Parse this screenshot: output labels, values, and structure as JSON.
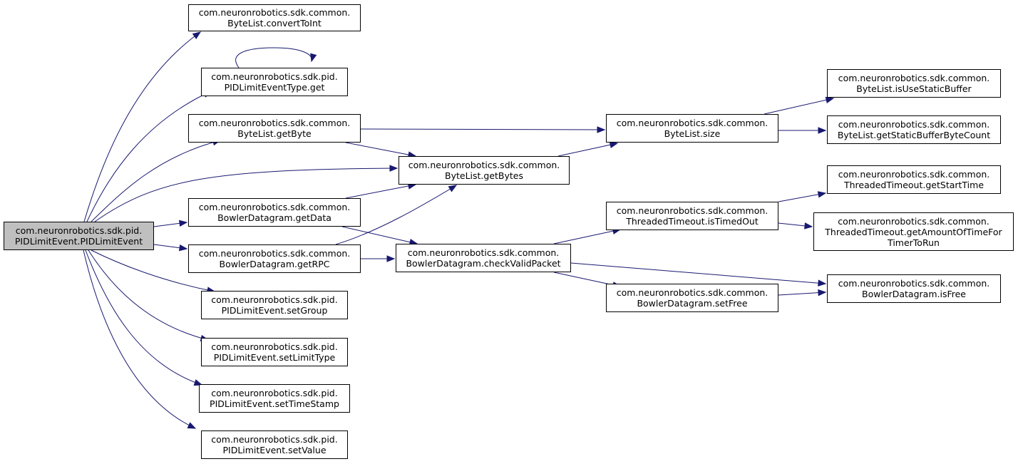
{
  "diagram": {
    "nodes": [
      {
        "id": "root",
        "lines": [
          "com.neuronrobotics.sdk.pid.",
          "PIDLimitEvent.PIDLimitEvent"
        ],
        "highlight": true
      },
      {
        "id": "convertToInt",
        "lines": [
          "com.neuronrobotics.sdk.common.",
          "ByteList.convertToInt"
        ]
      },
      {
        "id": "limitTypeGet",
        "lines": [
          "com.neuronrobotics.sdk.pid.",
          "PIDLimitEventType.get"
        ]
      },
      {
        "id": "getByte",
        "lines": [
          "com.neuronrobotics.sdk.common.",
          "ByteList.getByte"
        ]
      },
      {
        "id": "getBytes",
        "lines": [
          "com.neuronrobotics.sdk.common.",
          "ByteList.getBytes"
        ]
      },
      {
        "id": "getData",
        "lines": [
          "com.neuronrobotics.sdk.common.",
          "BowlerDatagram.getData"
        ]
      },
      {
        "id": "getRPC",
        "lines": [
          "com.neuronrobotics.sdk.common.",
          "BowlerDatagram.getRPC"
        ]
      },
      {
        "id": "setGroup",
        "lines": [
          "com.neuronrobotics.sdk.pid.",
          "PIDLimitEvent.setGroup"
        ]
      },
      {
        "id": "setLimitType",
        "lines": [
          "com.neuronrobotics.sdk.pid.",
          "PIDLimitEvent.setLimitType"
        ]
      },
      {
        "id": "setTimeStamp",
        "lines": [
          "com.neuronrobotics.sdk.pid.",
          "PIDLimitEvent.setTimeStamp"
        ]
      },
      {
        "id": "setValue",
        "lines": [
          "com.neuronrobotics.sdk.pid.",
          "PIDLimitEvent.setValue"
        ]
      },
      {
        "id": "size",
        "lines": [
          "com.neuronrobotics.sdk.common.",
          "ByteList.size"
        ]
      },
      {
        "id": "checkValidPacket",
        "lines": [
          "com.neuronrobotics.sdk.common.",
          "BowlerDatagram.checkValidPacket"
        ]
      },
      {
        "id": "isTimedOut",
        "lines": [
          "com.neuronrobotics.sdk.common.",
          "ThreadedTimeout.isTimedOut"
        ]
      },
      {
        "id": "setFree",
        "lines": [
          "com.neuronrobotics.sdk.common.",
          "BowlerDatagram.setFree"
        ]
      },
      {
        "id": "isUseStaticBuffer",
        "lines": [
          "com.neuronrobotics.sdk.common.",
          "ByteList.isUseStaticBuffer"
        ]
      },
      {
        "id": "getStaticBufferByteCount",
        "lines": [
          "com.neuronrobotics.sdk.common.",
          "ByteList.getStaticBufferByteCount"
        ]
      },
      {
        "id": "getStartTime",
        "lines": [
          "com.neuronrobotics.sdk.common.",
          "ThreadedTimeout.getStartTime"
        ]
      },
      {
        "id": "getAmountOfTime",
        "lines": [
          "com.neuronrobotics.sdk.common.",
          "ThreadedTimeout.getAmountOfTimeFor",
          "TimerToRun"
        ]
      },
      {
        "id": "isFree",
        "lines": [
          "com.neuronrobotics.sdk.common.",
          "BowlerDatagram.isFree"
        ]
      }
    ],
    "edges": [
      [
        "root",
        "convertToInt"
      ],
      [
        "root",
        "limitTypeGet"
      ],
      [
        "root",
        "getByte"
      ],
      [
        "root",
        "getBytes"
      ],
      [
        "root",
        "getData"
      ],
      [
        "root",
        "getRPC"
      ],
      [
        "root",
        "setGroup"
      ],
      [
        "root",
        "setLimitType"
      ],
      [
        "root",
        "setTimeStamp"
      ],
      [
        "root",
        "setValue"
      ],
      [
        "limitTypeGet",
        "limitTypeGet"
      ],
      [
        "getByte",
        "size"
      ],
      [
        "getByte",
        "getBytes"
      ],
      [
        "getBytes",
        "size"
      ],
      [
        "getData",
        "getBytes"
      ],
      [
        "getData",
        "checkValidPacket"
      ],
      [
        "getRPC",
        "getBytes"
      ],
      [
        "getRPC",
        "checkValidPacket"
      ],
      [
        "size",
        "isUseStaticBuffer"
      ],
      [
        "size",
        "getStaticBufferByteCount"
      ],
      [
        "checkValidPacket",
        "isTimedOut"
      ],
      [
        "checkValidPacket",
        "setFree"
      ],
      [
        "checkValidPacket",
        "isFree"
      ],
      [
        "isTimedOut",
        "getStartTime"
      ],
      [
        "isTimedOut",
        "getAmountOfTime"
      ],
      [
        "setFree",
        "isFree"
      ]
    ]
  }
}
